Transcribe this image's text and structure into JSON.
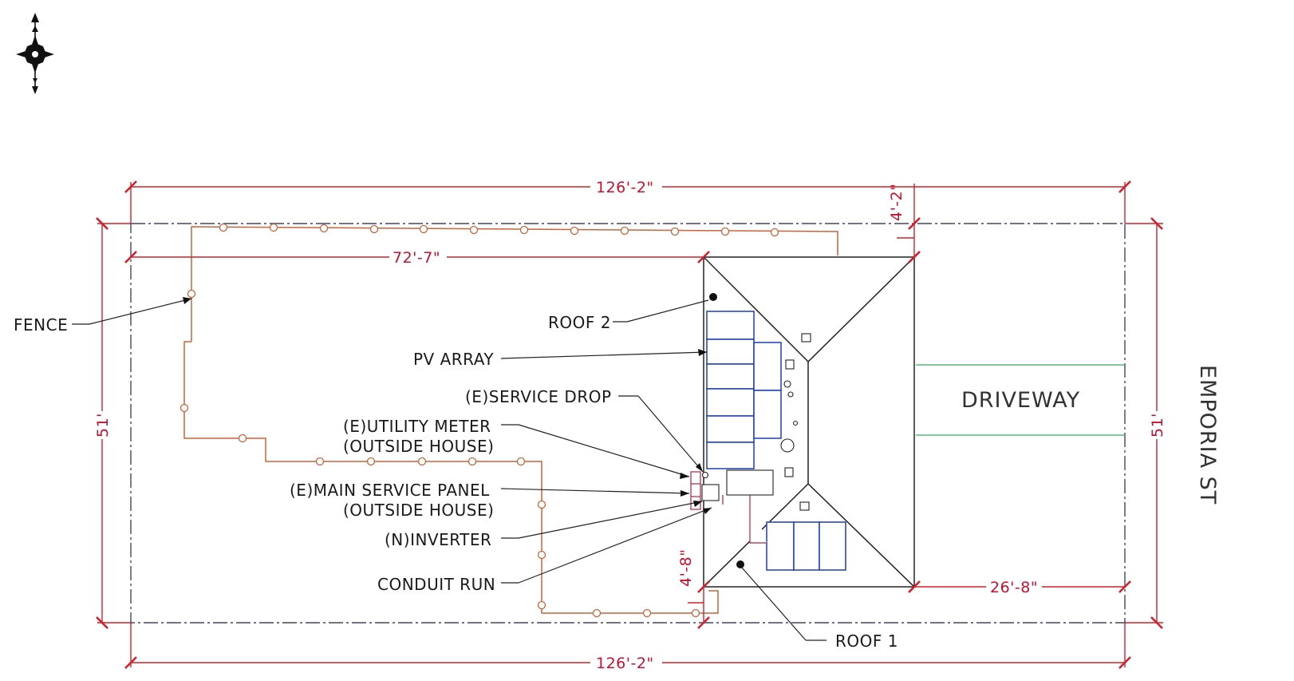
{
  "compass": {
    "icon": "compass-rose-icon"
  },
  "dimensions": {
    "top_overall": "126'-2\"",
    "bottom_overall": "126'-2\"",
    "to_house": "72'-7\"",
    "setback_top": "4'-2\"",
    "setback_bottom": "4'-8\"",
    "house_to_street": "26'-8\"",
    "left_depth": "51'",
    "right_depth": "51'"
  },
  "labels": {
    "fence": "FENCE",
    "roof2": "ROOF 2",
    "pv_array": "PV ARRAY",
    "service_drop": "(E)SERVICE DROP",
    "utility_meter_1": "(E)UTILITY METER",
    "utility_meter_2": "(OUTSIDE HOUSE)",
    "main_panel_1": "(E)MAIN SERVICE PANEL",
    "main_panel_2": "(OUTSIDE HOUSE)",
    "inverter": "(N)INVERTER",
    "conduit": "CONDUIT RUN",
    "roof1": "ROOF 1",
    "driveway": "DRIVEWAY",
    "street": "EMPORIA ST"
  },
  "colors": {
    "dimension": "#c8102e",
    "fence": "#c8643a",
    "pv_panel": "#1a3fb0",
    "property_line": "#44446a",
    "driveway": "#33aa66"
  }
}
